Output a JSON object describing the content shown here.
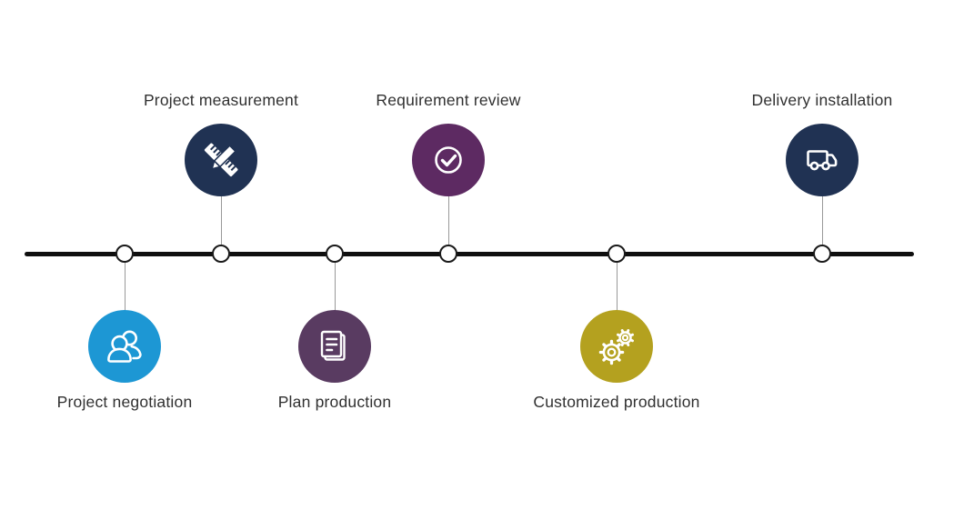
{
  "canvas": {
    "background": "#ffffff"
  },
  "timeline": {
    "line_color": "#0f0f0f",
    "node_fill": "#ffffff",
    "node_border": "#1a1a1a",
    "connector_color": "#999999",
    "label_color": "#303030",
    "icon_glyph_color": "#ffffff"
  },
  "steps": [
    {
      "label": "Project negotiation",
      "icon": "people-icon",
      "color": "#1d97d4",
      "position": "below"
    },
    {
      "label": "Project measurement",
      "icon": "ruler-pencil-icon",
      "color": "#203253",
      "position": "above"
    },
    {
      "label": "Plan production",
      "icon": "document-icon",
      "color": "#593b61",
      "position": "below"
    },
    {
      "label": "Requirement review",
      "icon": "check-circle-icon",
      "color": "#5d2a62",
      "position": "above"
    },
    {
      "label": "Customized production",
      "icon": "gears-icon",
      "color": "#b4a11f",
      "position": "below"
    },
    {
      "label": "Delivery installation",
      "icon": "truck-icon",
      "color": "#203253",
      "position": "above"
    }
  ]
}
